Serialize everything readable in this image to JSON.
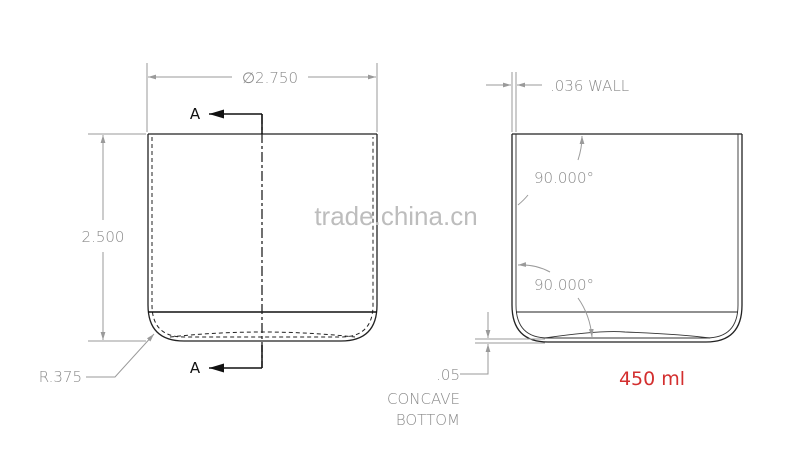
{
  "front_view": {
    "diameter_dimension": "∅2.750",
    "height_dimension": "2.500",
    "radius_callout": "R.375",
    "section_label_top": "A",
    "section_label_bottom": "A"
  },
  "section_view": {
    "wall_dimension": ".036 WALL",
    "angle_top": "90.000°",
    "angle_bottom": "90.000°",
    "concave_value": ".05",
    "concave_label_line1": "CONCAVE",
    "concave_label_line2": "BOTTOM"
  },
  "volume_label": "450 ml",
  "watermark": "trade.china.cn",
  "colors": {
    "outline": "#222222",
    "dimension": "#9a9a9a",
    "volume": "#d32f2f",
    "watermark": "#bdbdbd"
  }
}
